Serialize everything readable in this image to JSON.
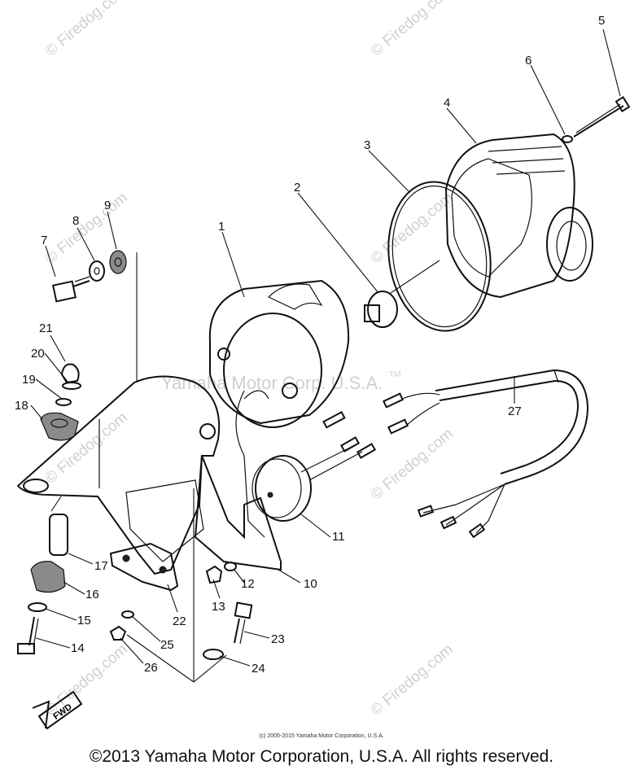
{
  "watermark": {
    "site": "© Firedog.com",
    "trademark": "Yamaha Motor Corp. U.S.A.",
    "tm": "TM"
  },
  "callouts": [
    "1",
    "2",
    "3",
    "4",
    "5",
    "6",
    "7",
    "8",
    "9",
    "10",
    "11",
    "12",
    "13",
    "14",
    "15",
    "16",
    "17",
    "18",
    "19",
    "20",
    "21",
    "22",
    "23",
    "24",
    "25",
    "26",
    "27"
  ],
  "fwd_label": "FWD",
  "copyright_small": "(c) 2005-2015 Yamaha Motor Corporation, U.S.A.",
  "copyright": "©2013 Yamaha Motor Corporation, U.S.A. All rights reserved."
}
